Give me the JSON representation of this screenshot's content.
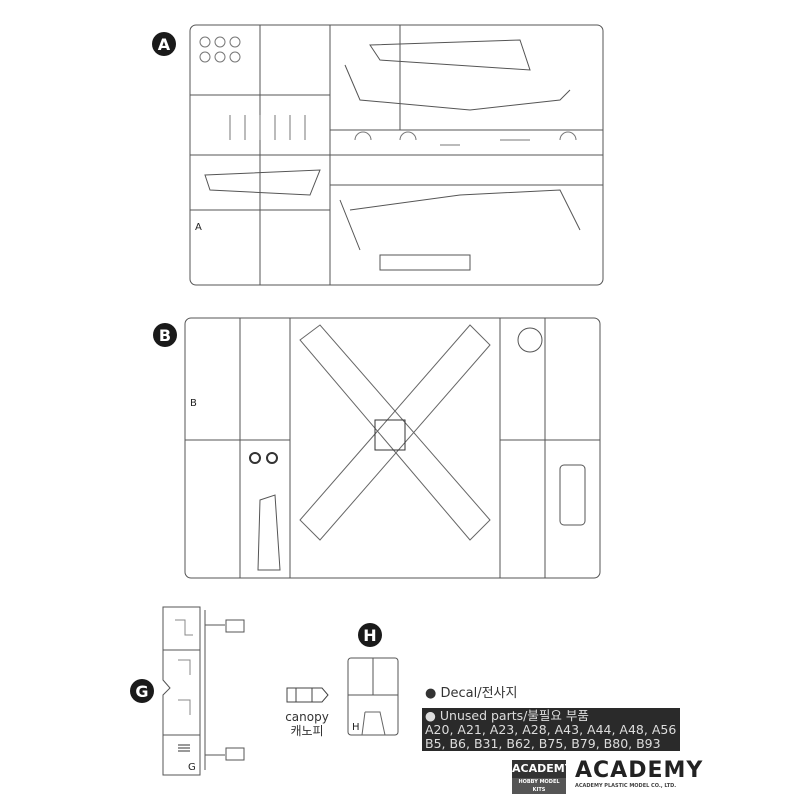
{
  "sprues": {
    "a": {
      "label": "A",
      "corner_label": "A"
    },
    "b": {
      "label": "B",
      "corner_label": "B"
    },
    "g": {
      "label": "G",
      "corner_label": "G"
    },
    "h": {
      "label": "H",
      "corner_label": "H"
    }
  },
  "canopy": {
    "label_en": "canopy",
    "label_ko": "캐노피"
  },
  "decal": {
    "label": "● Decal/전사지"
  },
  "unused_parts": {
    "title": "● Unused parts/불필요 부품",
    "line1": "A20, A21, A23, A28, A43, A44, A48, A56",
    "line2": "B5, B6, B31, B62, B75, B79, B80, B93"
  },
  "brand": {
    "badge": "ACADEMY",
    "badge_sub": "HOBBY MODEL KITS",
    "wordmark": "ACADEMY",
    "wordmark_sub": "ACADEMY PLASTIC MODEL CO., LTD."
  }
}
